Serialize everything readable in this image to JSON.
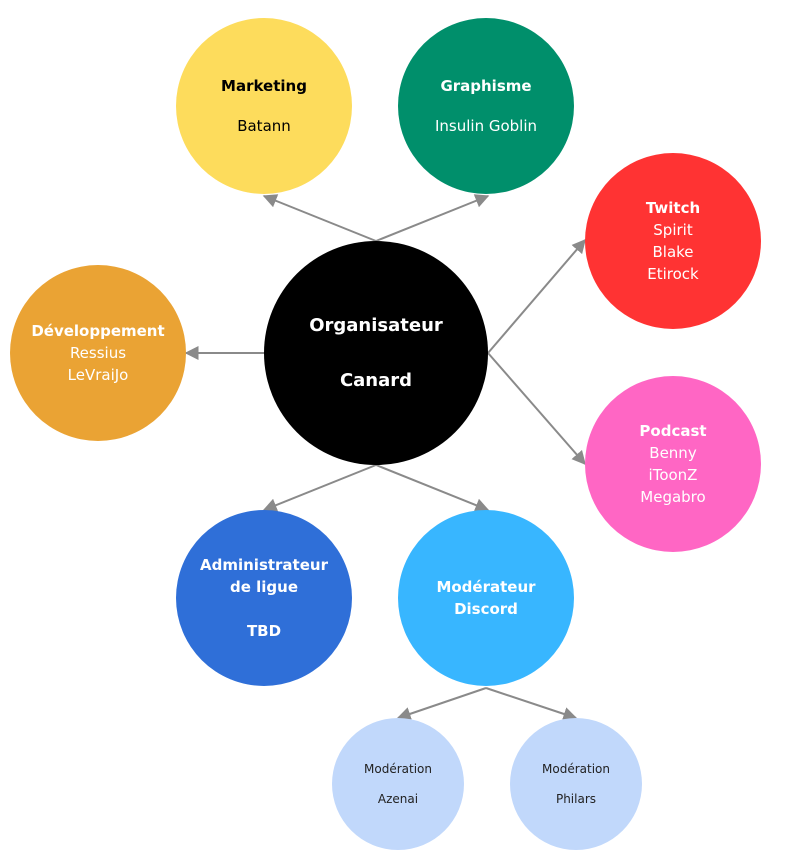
{
  "colors": {
    "organisateur": "#000000",
    "marketing": "#fddc5c",
    "graphisme": "#008f6b",
    "twitch": "#ff3333",
    "developpement": "#eaa334",
    "podcast": "#ff66c4",
    "administrateur": "#2f6fd8",
    "moderateur": "#38b6ff",
    "moderation": "#c1d8fb",
    "connector": "#8a8a8a"
  },
  "nodes": {
    "organisateur": {
      "title": "Organisateur",
      "members": [
        "Canard"
      ]
    },
    "marketing": {
      "title": "Marketing",
      "members": [
        "Batann"
      ]
    },
    "graphisme": {
      "title": "Graphisme",
      "members": [
        "Insulin Goblin"
      ]
    },
    "twitch": {
      "title": "Twitch",
      "members": [
        "Spirit",
        "Blake",
        "Etirock"
      ]
    },
    "developpement": {
      "title": "Développement",
      "members": [
        "Ressius",
        "LeVraiJo"
      ]
    },
    "podcast": {
      "title": "Podcast",
      "members": [
        "Benny",
        "iToonZ",
        "Megabro"
      ]
    },
    "administrateur": {
      "title_line1": "Administrateur",
      "title_line2": "de ligue",
      "members": [
        "TBD"
      ]
    },
    "moderateur": {
      "title_line1": "Modérateur",
      "title_line2": "Discord"
    },
    "moderation_azenai": {
      "title": "Modération",
      "members": [
        "Azenai"
      ]
    },
    "moderation_philars": {
      "title": "Modération",
      "members": [
        "Philars"
      ]
    }
  },
  "edges": [
    {
      "from": "organisateur",
      "to": "marketing"
    },
    {
      "from": "organisateur",
      "to": "graphisme"
    },
    {
      "from": "organisateur",
      "to": "twitch"
    },
    {
      "from": "organisateur",
      "to": "developpement"
    },
    {
      "from": "organisateur",
      "to": "podcast"
    },
    {
      "from": "organisateur",
      "to": "administrateur"
    },
    {
      "from": "organisateur",
      "to": "moderateur"
    },
    {
      "from": "moderateur",
      "to": "moderation_azenai"
    },
    {
      "from": "moderateur",
      "to": "moderation_philars"
    }
  ]
}
